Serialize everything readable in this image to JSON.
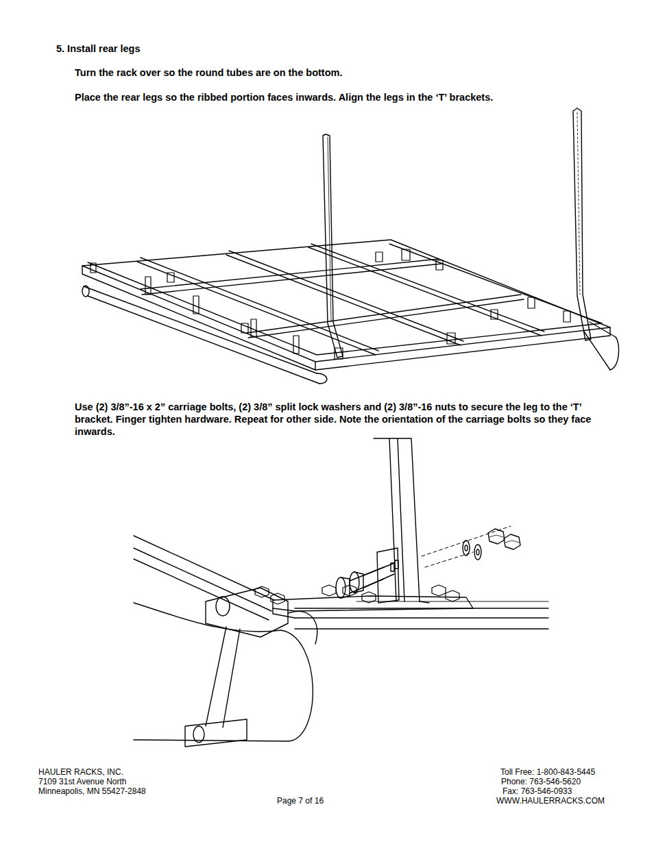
{
  "diagram": {
    "title": "5. Install rear legs",
    "labels": [
      "Turn the rack over so the round tubes are on the bottom.",
      "Place the rear legs so the ribbed portion faces inwards.  Align the legs in the ‘T’ brackets.",
      "Use (2) 3/8”-16 x 2” carriage bolts, (2) 3/8” split lock washers and (2) 3/8”-16 nuts to secure the leg to the ‘T’ bracket.  Finger tighten hardware.  Repeat for other side.  Note the orientation of the carriage bolts so they face inwards.",
      "HAULER RACKS, INC.",
      "7109 31st Avenue North",
      "Minneapolis, MN 55427-2848",
      "Page 7 of 16",
      "Toll Free: 1-800-843-5445",
      "Phone: 763-546-5620",
      "Fax: 763-546-0933",
      "WWW.HAULERRACKS.COM"
    ]
  }
}
